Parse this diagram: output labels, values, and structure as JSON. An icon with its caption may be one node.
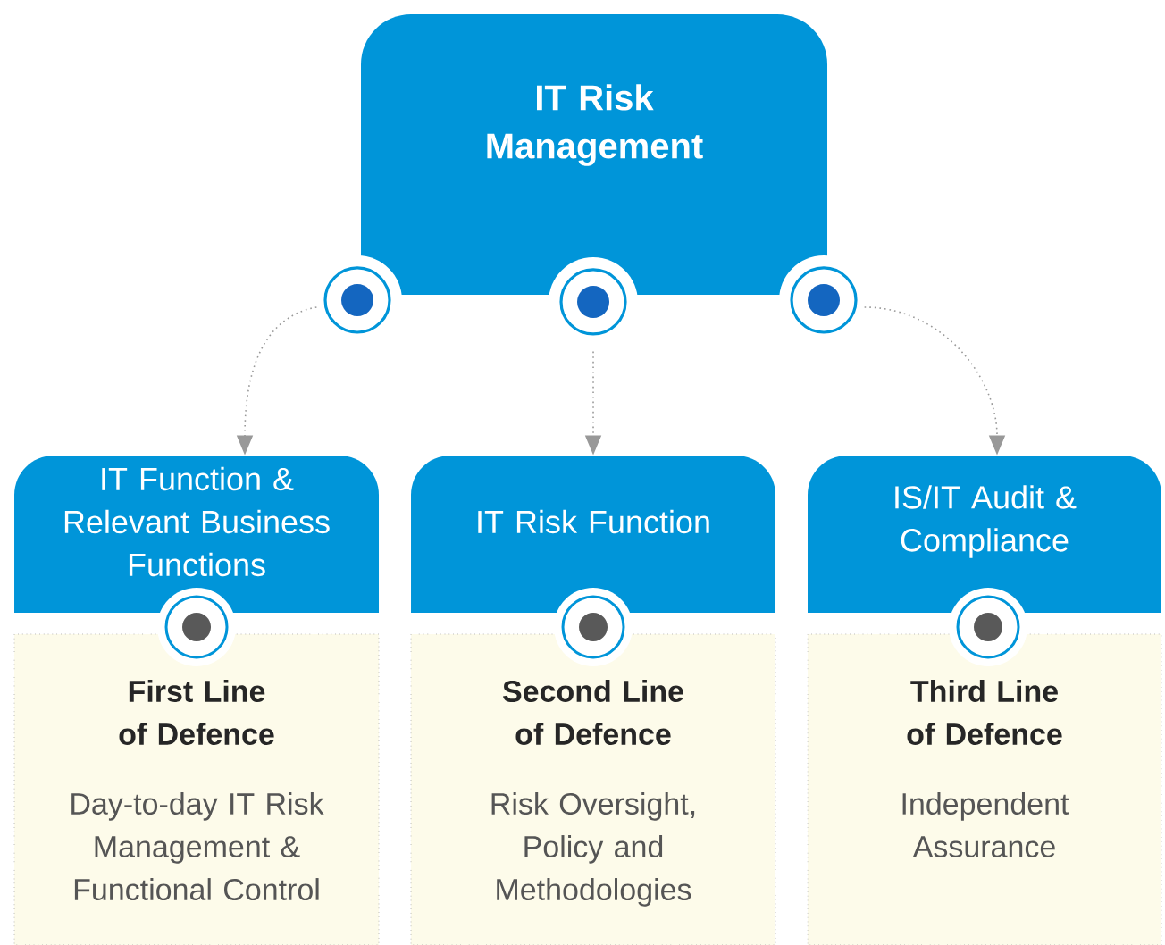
{
  "diagram": {
    "nodes": [
      {
        "text": [
          "IT Risk Management"
        ]
      },
      {
        "text": [],
        "shape": "circle"
      },
      {
        "text": [],
        "shape": "circle"
      },
      {
        "text": [],
        "shape": "circle"
      },
      {
        "text": [
          "IT Function & Relevant Business Functions"
        ]
      },
      {
        "text": [
          "IT Risk Function"
        ]
      },
      {
        "text": [
          "IS/IT Audit & Compliance"
        ]
      },
      {
        "text": [
          "First Line of Defence",
          "Day-to-day IT Risk Management & Functional Control"
        ]
      },
      {
        "text": [
          "Second Line of Defence",
          "Risk Oversight, Policy and Methodologies"
        ]
      },
      {
        "text": [
          "Third Line of Defence",
          "Independent Assurance"
        ]
      }
    ],
    "edges": [
      {
        "from": 1,
        "to": 4,
        "arrow": "to"
      },
      {
        "from": 2,
        "to": 5,
        "arrow": "to"
      },
      {
        "from": 3,
        "to": 6,
        "arrow": "to"
      }
    ]
  }
}
